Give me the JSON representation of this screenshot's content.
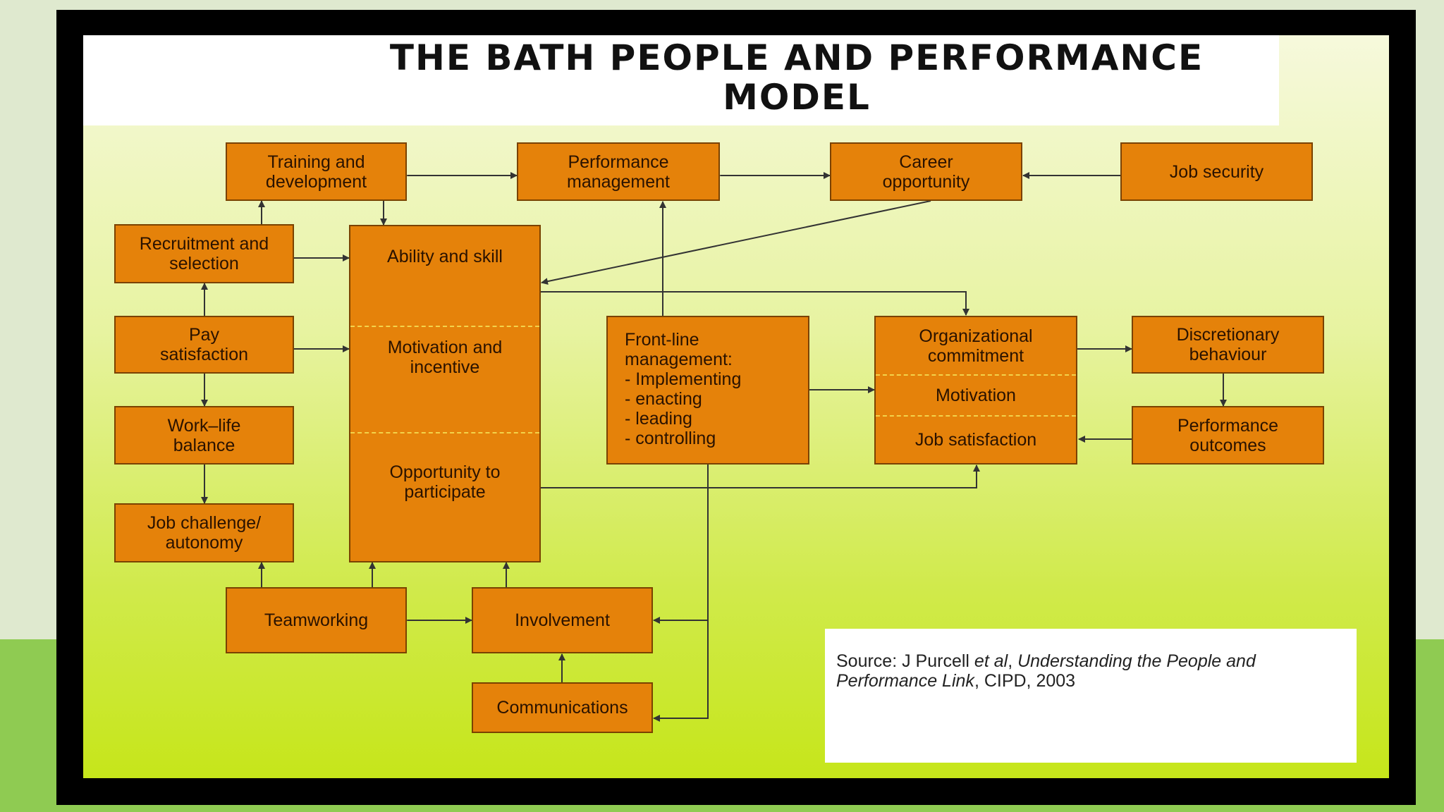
{
  "title": "THE BATH PEOPLE AND PERFORMANCE\nMODEL",
  "boxes": {
    "training": "Training and\ndevelopment",
    "performance_management": "Performance\nmanagement",
    "career": "Career\nopportunity",
    "job_security": "Job security",
    "recruitment": "Recruitment and\nselection",
    "pay": "Pay\nsatisfaction",
    "worklife": "Work–life\nbalance",
    "job_challenge": "Job challenge/\nautonomy",
    "teamworking": "Teamworking",
    "involvement": "Involvement",
    "communications": "Communications",
    "discretionary": "Discretionary\nbehaviour",
    "performance_outcomes": "Performance\noutcomes"
  },
  "amo": {
    "ability": "Ability and skill",
    "motivation": "Motivation and\nincentive",
    "opportunity": "Opportunity to\nparticipate"
  },
  "frontline": {
    "heading": "Front-line\nmanagement:",
    "items": [
      "- Implementing",
      "- enacting",
      "- leading",
      "- controlling"
    ]
  },
  "org": {
    "commitment": "Organizational\ncommitment",
    "motivation": "Motivation",
    "satisfaction": "Job satisfaction"
  },
  "source": {
    "prefix": "Source: J Purcell ",
    "etal": "et al",
    "sep": ", ",
    "book": "Understanding the People and Performance Link",
    "suffix": ", CIPD, 2003"
  },
  "colors": {
    "box_fill": "#e5820a",
    "box_border": "#7a4200",
    "frame": "#000000",
    "connector": "#333333"
  }
}
